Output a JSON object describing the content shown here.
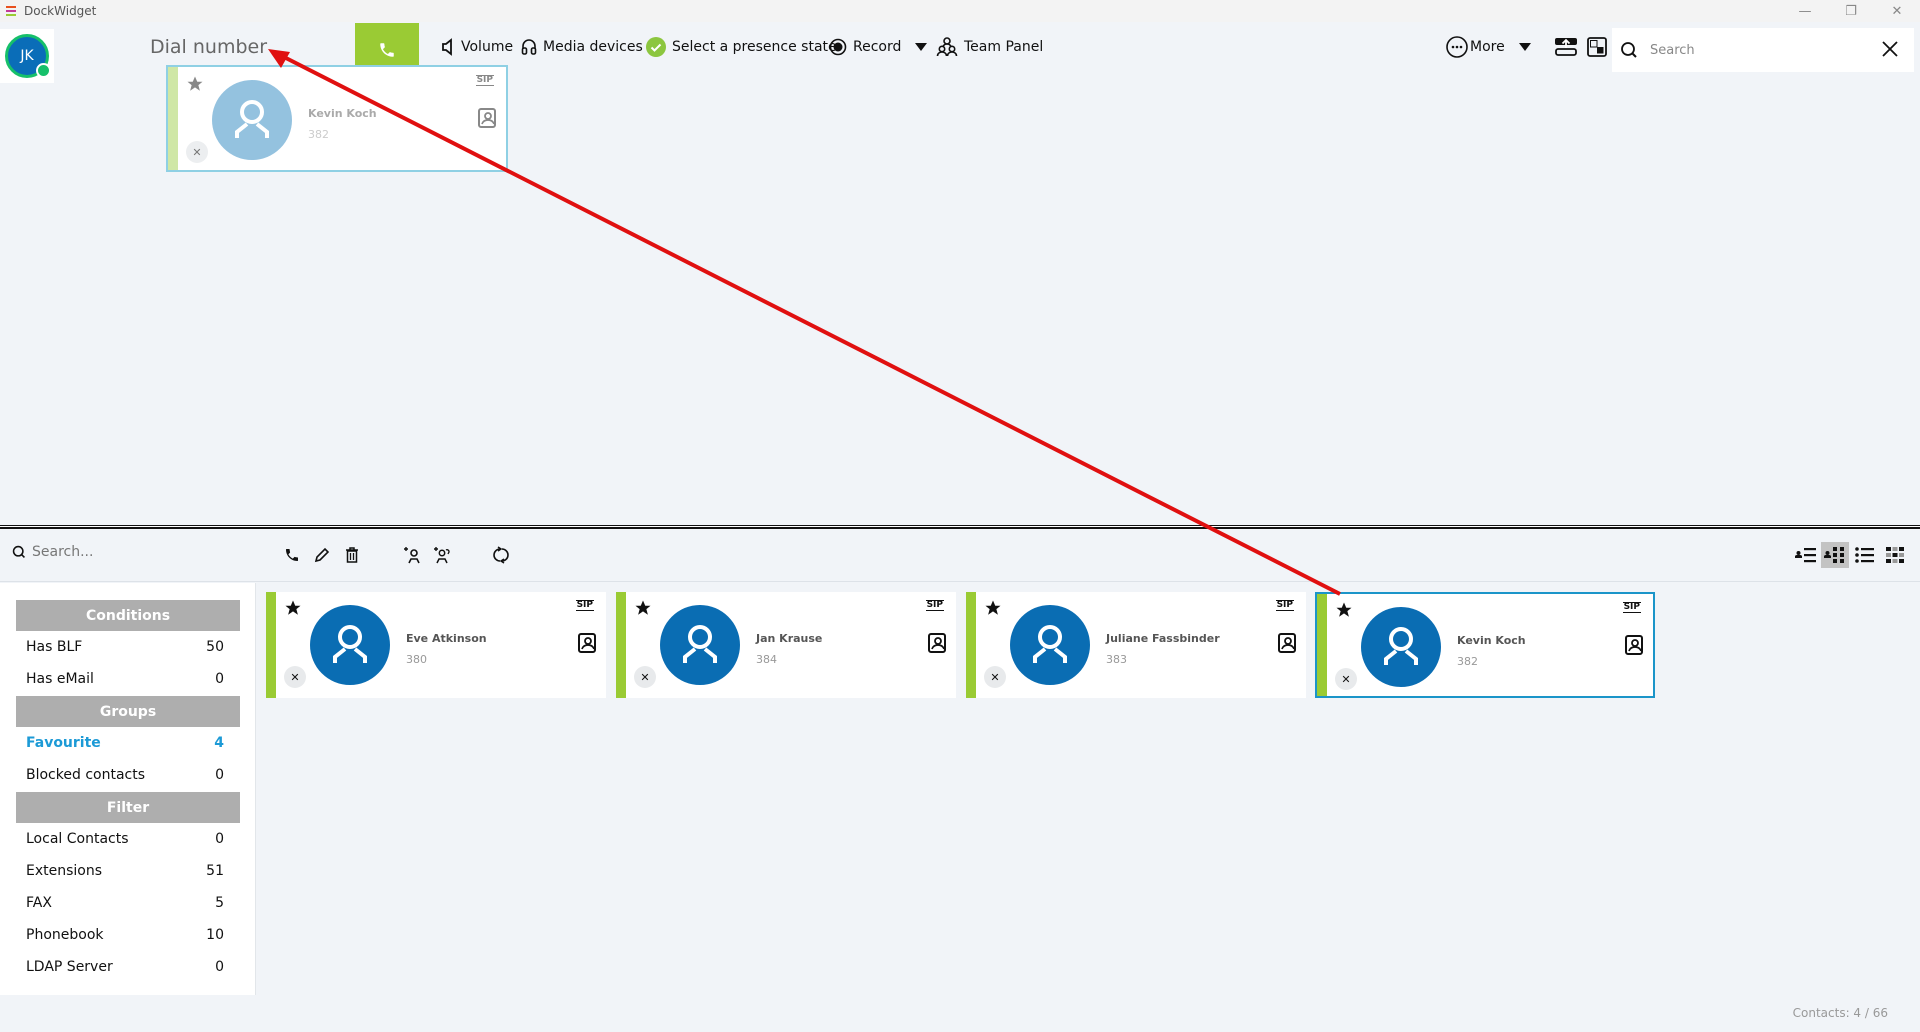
{
  "window": {
    "title": "DockWidget",
    "controls": [
      "minimize",
      "restore",
      "close"
    ]
  },
  "user": {
    "initials": "JK",
    "status": "online",
    "status_color": "#16c06a"
  },
  "dial": {
    "placeholder": "Dial number"
  },
  "toolbar": {
    "volume": "Volume",
    "media_devices": "Media devices",
    "presence": "Select a presence state",
    "record": "Record",
    "team_panel": "Team Panel",
    "more": "More",
    "search_placeholder": "Search"
  },
  "drag_ghost": {
    "name": "Kevin Koch",
    "extension": "382"
  },
  "contacts_toolbar": {
    "search_placeholder": "Search...",
    "actions": [
      "call",
      "edit",
      "delete",
      "add-contact",
      "add-group-contact",
      "sync"
    ],
    "views": [
      "list-with-photo",
      "grid-with-photo",
      "list",
      "tiles"
    ],
    "active_view": "grid-with-photo"
  },
  "sidebar": {
    "sections": [
      {
        "title": "Conditions",
        "items": [
          {
            "label": "Has BLF",
            "count": "50"
          },
          {
            "label": "Has eMail",
            "count": "0"
          }
        ]
      },
      {
        "title": "Groups",
        "items": [
          {
            "label": "Favourite",
            "count": "4",
            "active": true
          },
          {
            "label": "Blocked contacts",
            "count": "0"
          }
        ]
      },
      {
        "title": "Filter",
        "items": [
          {
            "label": "Local Contacts",
            "count": "0"
          },
          {
            "label": "Extensions",
            "count": "51"
          },
          {
            "label": "FAX",
            "count": "5"
          },
          {
            "label": "Phonebook",
            "count": "10"
          },
          {
            "label": "LDAP Server",
            "count": "0"
          }
        ]
      }
    ]
  },
  "contacts": [
    {
      "name": "Eve Atkinson",
      "extension": "380",
      "badge": "SIP",
      "favourite": true,
      "selected": false
    },
    {
      "name": "Jan Krause",
      "extension": "384",
      "badge": "SIP",
      "favourite": true,
      "selected": false
    },
    {
      "name": "Juliane Fassbinder",
      "extension": "383",
      "badge": "SIP",
      "favourite": true,
      "selected": false
    },
    {
      "name": "Kevin Koch",
      "extension": "382",
      "badge": "SIP",
      "favourite": true,
      "selected": true
    }
  ],
  "footer": {
    "contacts_count": "Contacts: 4 / 66"
  },
  "colors": {
    "accent_green": "#9acb34",
    "accent_blue": "#1b95c9",
    "avatar_blue": "#0a6db3",
    "annotation_arrow": "#e01010"
  }
}
